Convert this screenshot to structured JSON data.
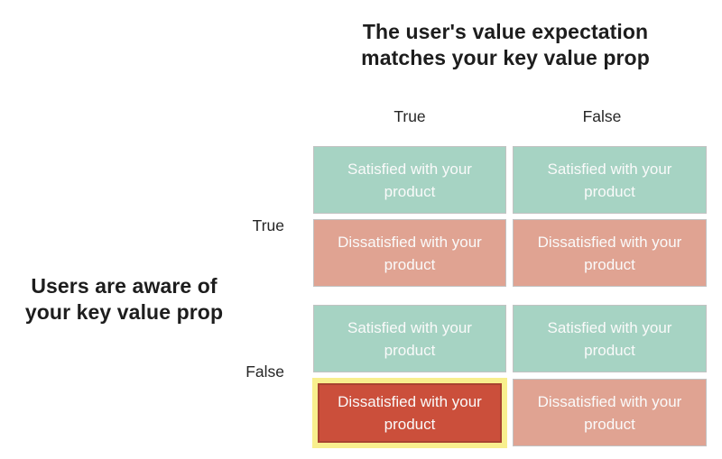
{
  "diagram": {
    "top_title": {
      "line1": "The user's value expectation",
      "line2": "matches your key value prop"
    },
    "left_title": {
      "line1": "Users are aware of",
      "line2": "your key value prop"
    },
    "column_labels": [
      "True",
      "False"
    ],
    "row_labels": [
      "True",
      "False"
    ],
    "boxes": [
      {
        "row": "True",
        "col": "True",
        "text": "Satisfied with your product",
        "state": "satisfied",
        "highlighted": false
      },
      {
        "row": "True",
        "col": "False",
        "text": "Satisfied with your product",
        "state": "satisfied",
        "highlighted": false
      },
      {
        "row": "True",
        "col": "True",
        "text": "Dissatisfied with your product",
        "state": "dissatisfied",
        "highlighted": false
      },
      {
        "row": "True",
        "col": "False",
        "text": "Dissatisfied with your product",
        "state": "dissatisfied",
        "highlighted": false
      },
      {
        "row": "False",
        "col": "True",
        "text": "Satisfied with your product",
        "state": "satisfied",
        "highlighted": false
      },
      {
        "row": "False",
        "col": "False",
        "text": "Satisfied with your product",
        "state": "satisfied",
        "highlighted": false
      },
      {
        "row": "False",
        "col": "True",
        "text": "Dissatisfied with your product",
        "state": "dissatisfied",
        "highlighted": true
      },
      {
        "row": "False",
        "col": "False",
        "text": "Dissatisfied with your product",
        "state": "dissatisfied",
        "highlighted": false
      }
    ],
    "colors": {
      "background": "#ffffff",
      "satisfied": "#a6d3c3",
      "dissatisfied": "#e0a392",
      "highlight_fill": "#cb4f3b",
      "highlight_frame": "#f8ef8e",
      "highlight_edge": "#a84331",
      "box_border": "#c2c2c2",
      "box_text": "#fafafa",
      "heading_text": "#1d1d1d",
      "label_text": "#262626"
    }
  }
}
